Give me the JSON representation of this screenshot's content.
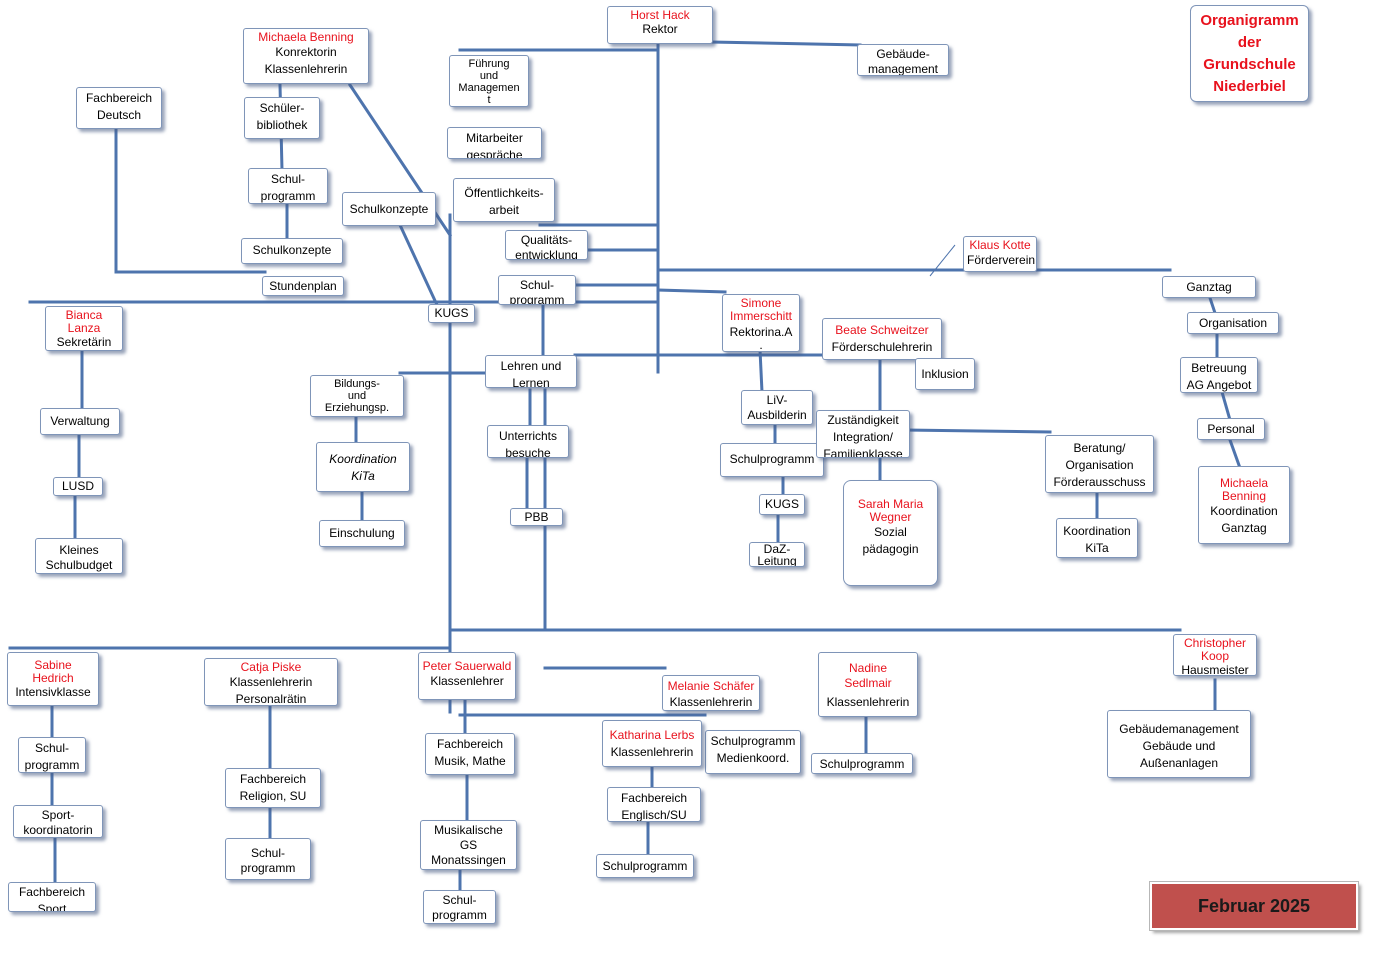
{
  "title": "Organigramm\nder\nGrundschule\nNiederbiel",
  "date": "Februar 2025",
  "colors": {
    "line": "#4e74ad",
    "name": "#e8121d",
    "date_bg": "#c0504d"
  },
  "nodes": {
    "hack": {
      "name": "Horst  Hack",
      "role": "Rektor"
    },
    "benning_k": {
      "name": "Michaela Benning",
      "role": "Konrektorin\nKlassenlehrerin"
    },
    "gebaeude": {
      "role": "Gebäude-\nmanagement"
    },
    "fuehrung": {
      "role": "Führung\nund\nManagemen\nt"
    },
    "mitarbeiter": {
      "role": "Mitarbeiter\ngespräche"
    },
    "oeffentlich": {
      "role": "Öffentlichkeits-\narbeit"
    },
    "qualitaet": {
      "role": "Qualitäts-\nentwicklung"
    },
    "schulprog_c": {
      "role": "Schul-\nprogramm"
    },
    "lehren": {
      "role": "Lehren und\nLernen"
    },
    "unterricht": {
      "role": "Unterrichts\nbesuche"
    },
    "pbb": {
      "role": "PBB"
    },
    "fb_deutsch": {
      "role": "Fachbereich\nDeutsch"
    },
    "schueler_bib": {
      "role": "Schüler-\nbibliothek"
    },
    "schulprog_b": {
      "role": "Schul-\nprogramm"
    },
    "schulkonz_b": {
      "role": "Schulkonzepte"
    },
    "stundenplan": {
      "role": "Stundenplan"
    },
    "schulkonz_m": {
      "role": "Schulkonzepte"
    },
    "kugs_m": {
      "role": "KUGS"
    },
    "lanza": {
      "name": "Bianca\nLanza",
      "role": "Sekretärin"
    },
    "verwaltung": {
      "role": "Verwaltung"
    },
    "lusd": {
      "role": "LUSD"
    },
    "schulbudget": {
      "role": "Kleines\nSchulbudget"
    },
    "bildung": {
      "role": "Bildungs-\nund\nErziehungsp."
    },
    "koord_kita_l": {
      "role": "Koordination\nKiTa"
    },
    "einschulung": {
      "role": "Einschulung"
    },
    "kotte": {
      "name": "Klaus Kotte",
      "role": "Förderverein"
    },
    "ganztag": {
      "role": "Ganztag"
    },
    "organisation": {
      "role": "Organisation"
    },
    "betreuung": {
      "role": "Betreuung\nAG Angebot"
    },
    "personal": {
      "role": "Personal"
    },
    "benning_g": {
      "name": "Michaela\nBenning",
      "role": "Koordination\nGanztag"
    },
    "immerschitt": {
      "name": "Simone\nImmerschitt",
      "role": "Rektorina.A\n."
    },
    "liv": {
      "role": "LiV-\nAusbilderin"
    },
    "schulprog_i": {
      "role": "Schulprogramm"
    },
    "kugs_i": {
      "role": "KUGS"
    },
    "daz": {
      "role": "DaZ-\nLeitung"
    },
    "schweitzer": {
      "name": "Beate Schweitzer",
      "role": "Förderschulehrerin"
    },
    "inklusion": {
      "role": "Inklusion"
    },
    "zustaendig": {
      "role": "Zuständigkeit\nIntegration/\nFamilienklasse"
    },
    "wegner": {
      "name": "Sarah Maria\nWegner",
      "role": "Sozial\npädagogin"
    },
    "beratung": {
      "role": "Beratung/\nOrganisation\nFörderausschuss"
    },
    "koord_kita_r": {
      "role": "Koordination\nKiTa"
    },
    "hedrich": {
      "name": "Sabine\nHedrich",
      "role": "Intensivklasse"
    },
    "schulprog_h": {
      "role": "Schul-\nprogramm"
    },
    "sport_koord": {
      "role": "Sport-\nkoordinatorin"
    },
    "fb_sport": {
      "role": "Fachbereich\nSport"
    },
    "piske": {
      "name": "Catja Piske",
      "role": "Klassenlehrerin\nPersonalrätin"
    },
    "fb_religion": {
      "role": "Fachbereich\nReligion, SU"
    },
    "schulprog_p": {
      "role": "Schul-\nprogramm"
    },
    "sauerwald": {
      "name": "Peter Sauerwald",
      "role": "Klassenlehrer"
    },
    "fb_musik": {
      "role": "Fachbereich\nMusik, Mathe"
    },
    "musikalische": {
      "role": "Musikalische\nGS\nMonatssingen"
    },
    "schulprog_s": {
      "role": "Schul-\nprogramm"
    },
    "schaefer": {
      "name": "Melanie Schäfer",
      "role": "Klassenlehrerin"
    },
    "schulprog_med": {
      "role": "Schulprogramm\nMedienkoord."
    },
    "lerbs": {
      "name": "Katharina Lerbs",
      "role": "Klassenlehrerin"
    },
    "fb_englisch": {
      "role": "Fachbereich\nEnglisch/SU"
    },
    "schulprog_l": {
      "role": "Schulprogramm"
    },
    "sedlmair": {
      "name": "Nadine\nSedlmair",
      "role": "Klassenlehrerin"
    },
    "schulprog_n": {
      "role": "Schulprogramm"
    },
    "koop": {
      "name": "Christopher\nKoop",
      "role": "Hausmeister"
    },
    "gebaeude_koop": {
      "role": "Gebäudemanagement\nGebäude und\nAußenanlagen"
    }
  }
}
